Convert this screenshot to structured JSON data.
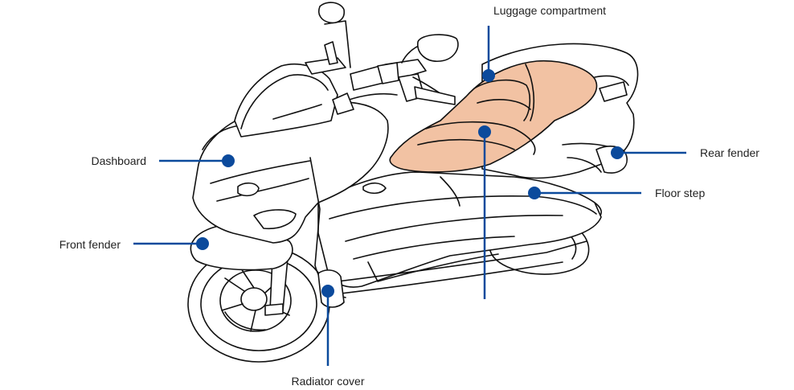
{
  "callouts": {
    "luggage_compartment": "Luggage compartment",
    "dashboard": "Dashboard",
    "rear_fender": "Rear fender",
    "floor_step": "Floor step",
    "front_fender": "Front fender",
    "radiator_cover": "Radiator cover"
  },
  "colors": {
    "leader": "#0b4a9c",
    "seat": "#f2c2a3",
    "line_art": "#111111"
  }
}
